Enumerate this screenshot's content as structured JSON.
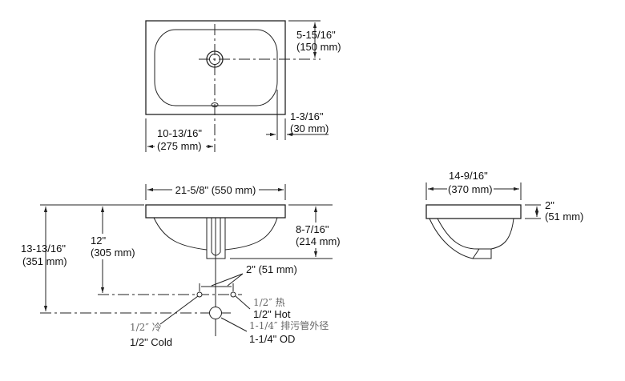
{
  "top_view": {
    "depth_to_drain": {
      "imperial": "5-15/16\"",
      "metric": "(150 mm)"
    },
    "drain_offset": {
      "imperial": "10-13/16\"",
      "metric": "(275 mm)"
    },
    "rim_width": {
      "imperial": "1-3/16\"",
      "metric": "(30 mm)"
    }
  },
  "front_view": {
    "overall_width": "21-5/8\" (550 mm)",
    "total_height": {
      "imperial": "13-13/16\"",
      "metric": "(351 mm)"
    },
    "supply_height": {
      "imperial": "12\"",
      "metric": "(305 mm)"
    },
    "bowl_depth": {
      "imperial": "8-7/16\"",
      "metric": "(214 mm)"
    },
    "supply_spacing": "2\" (51 mm)",
    "hot": {
      "cn": "1/2″ 热",
      "en": "1/2\" Hot"
    },
    "drain": {
      "cn": "1-1/4″ 排污管外径",
      "en": "1-1/4\" OD"
    },
    "cold": {
      "cn": "1/2″ 冷",
      "en": "1/2\" Cold"
    }
  },
  "side_view": {
    "depth": {
      "imperial": "14-9/16\"",
      "metric": "(370 mm)"
    },
    "rim_height": {
      "imperial": "2\"",
      "metric": "(51 mm)"
    }
  }
}
